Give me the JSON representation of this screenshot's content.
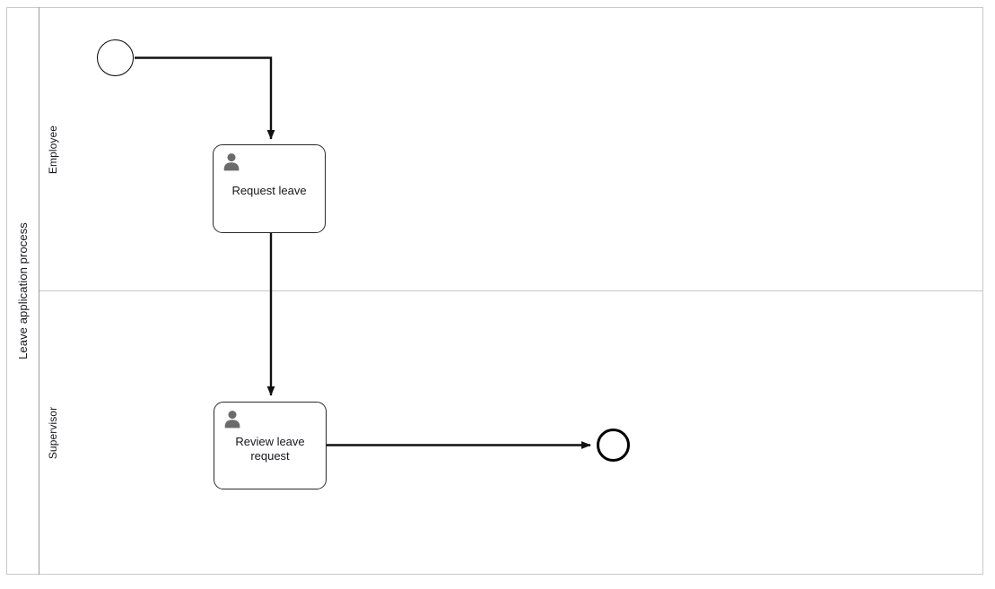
{
  "pool": {
    "label": "Leave application process",
    "lanes": [
      {
        "id": "employee",
        "label": "Employee"
      },
      {
        "id": "supervisor",
        "label": "Supervisor"
      }
    ]
  },
  "diagram": {
    "type": "bpmn-process",
    "nodes": [
      {
        "id": "start-event",
        "kind": "start-event",
        "lane": "employee",
        "label": ""
      },
      {
        "id": "request-leave",
        "kind": "user-task",
        "lane": "employee",
        "label": "Request leave",
        "icon": "user-icon"
      },
      {
        "id": "review-leave",
        "kind": "user-task",
        "lane": "supervisor",
        "label": "Review leave\nrequest",
        "icon": "user-icon"
      },
      {
        "id": "end-event",
        "kind": "end-event",
        "lane": "supervisor",
        "label": ""
      }
    ],
    "flows": [
      {
        "id": "flow-start-to-request",
        "from": "start-event",
        "to": "request-leave"
      },
      {
        "id": "flow-request-to-review",
        "from": "request-leave",
        "to": "review-leave"
      },
      {
        "id": "flow-review-to-end",
        "from": "review-leave",
        "to": "end-event"
      }
    ]
  },
  "colors": {
    "pool_border": "#c8c8c8",
    "lane_divider": "#9a9a9a",
    "shape_border": "#2a2a2a",
    "flow_stroke": "#111111",
    "icon_fill": "#6b6b6b",
    "text": "#17171e",
    "background": "#ffffff"
  }
}
